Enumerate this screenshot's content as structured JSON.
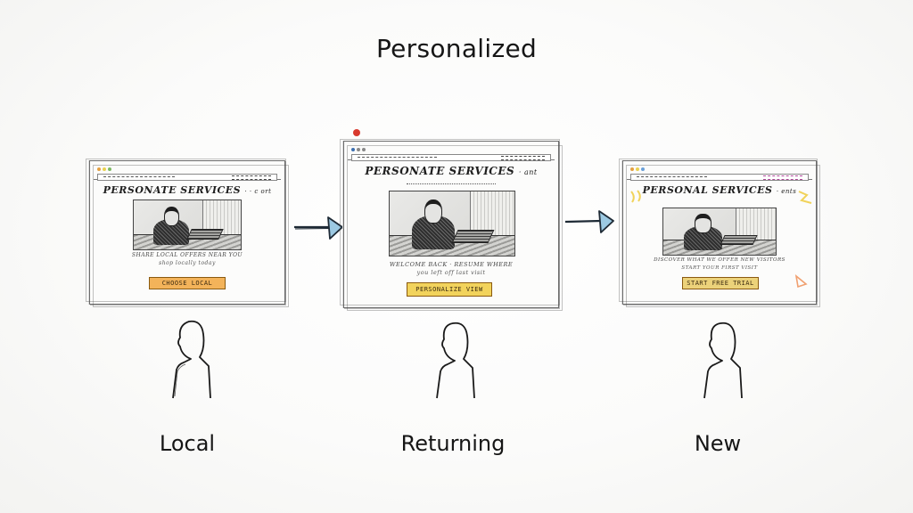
{
  "title": "Personalized",
  "colors": {
    "arrow_fill": "#9cc9e2",
    "arrow_stroke": "#1e2a35",
    "cta_local": "#f3b35a",
    "cta_returning": "#f2d35c",
    "cta_new": "#ecd27a",
    "accent_yellow_marks": "#f1d35a",
    "accent_orange_marks": "#f0a070",
    "favicon_red": "#d83a2e"
  },
  "icons": {
    "flow_arrow": "right-arrow-icon",
    "visitor": "person-silhouette-icon",
    "window_controls": "traffic-light-dots-icon"
  },
  "variants": [
    {
      "id": "local",
      "label": "Local",
      "headline": "PERSONATE SERVICES",
      "headline_suffix": "· · c ort",
      "body_line_1": "SHARE LOCAL OFFERS NEAR YOU",
      "body_line_2": "shop locally today",
      "cta": "CHOOSE LOCAL",
      "cta_color": "#f3b35a"
    },
    {
      "id": "returning",
      "label": "Returning",
      "headline": "PERSONATE SERVICES",
      "headline_suffix": "· ant",
      "body_line_1": "WELCOME BACK · RESUME WHERE",
      "body_line_2": "you left off last visit",
      "cta": "PERSONALIZE VIEW",
      "cta_color": "#f2d35c"
    },
    {
      "id": "new",
      "label": "New",
      "headline": "PERSONAL SERVICES",
      "headline_suffix": "· ents",
      "body_line_1": "DISCOVER WHAT WE OFFER NEW VISITORS",
      "body_line_2": "START YOUR FIRST VISIT",
      "cta": "START FREE TRIAL",
      "cta_color": "#ecd27a"
    }
  ]
}
